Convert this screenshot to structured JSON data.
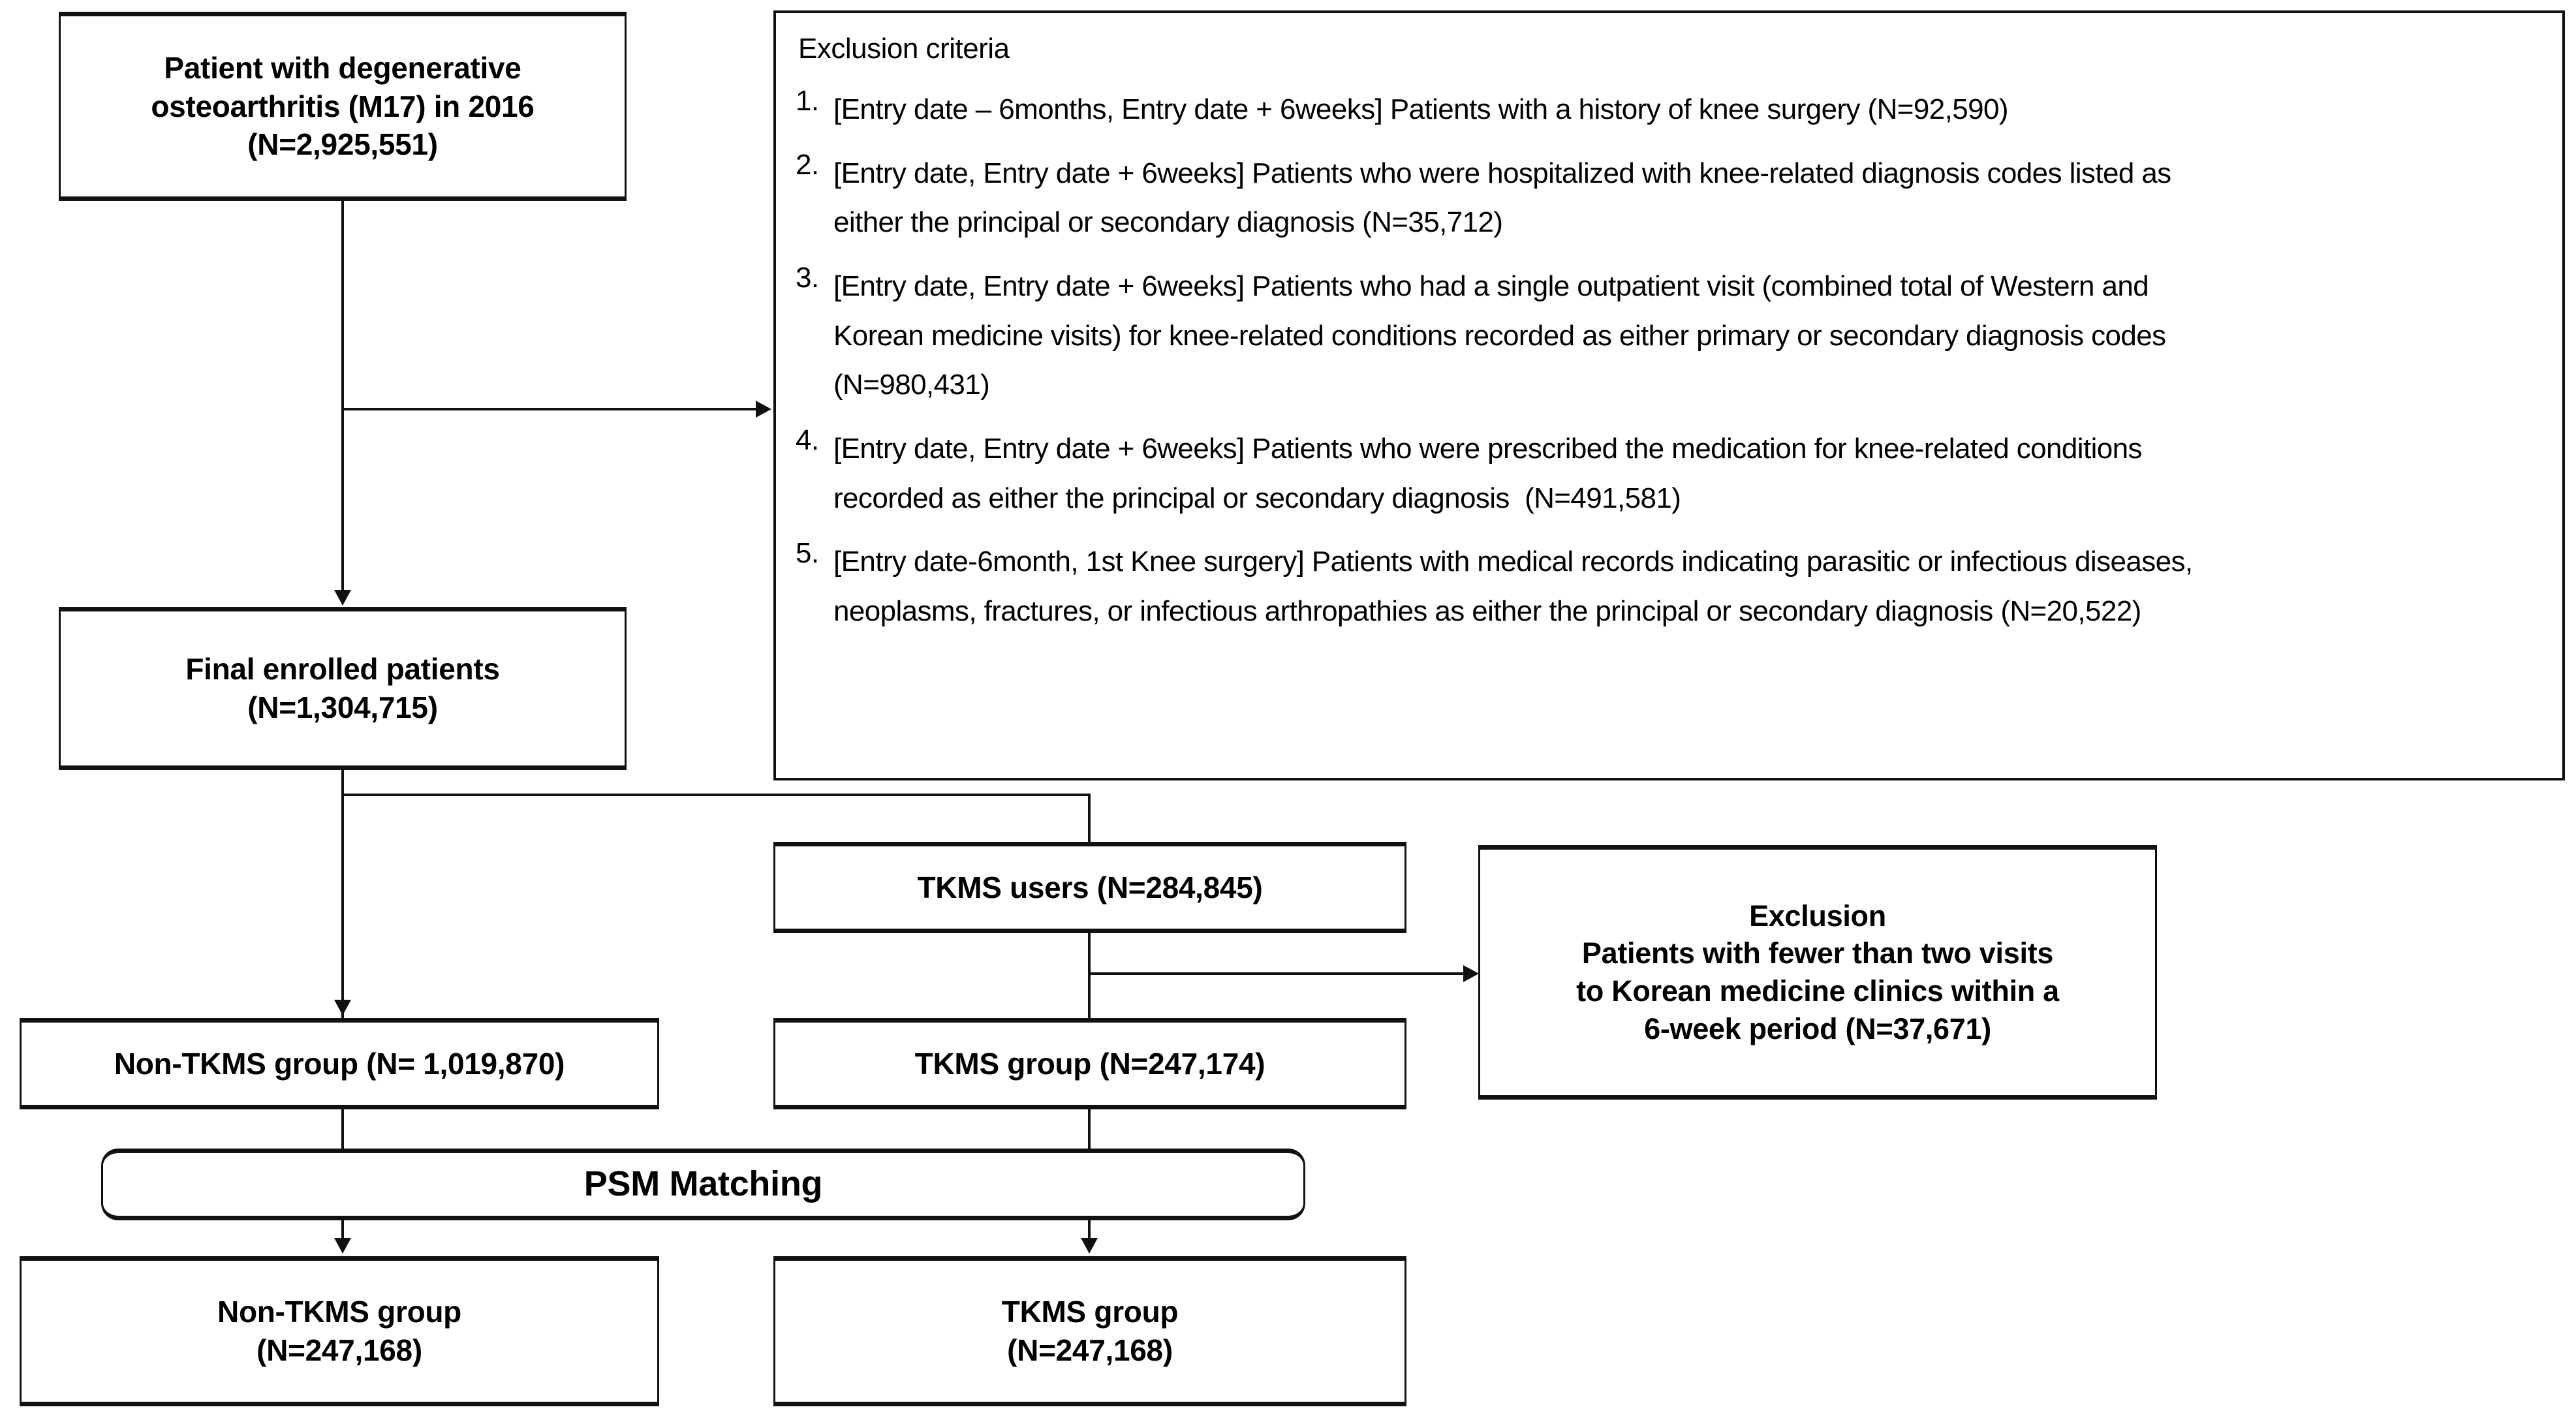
{
  "figure": {
    "type": "study-flowchart",
    "boxes": {
      "source_population": {
        "lines": [
          "Patient with degenerative",
          "osteoarthritis (M17) in 2016",
          "(N=2,925,551)"
        ]
      },
      "final_enrolled": {
        "lines": [
          "Final enrolled patients",
          "(N=1,304,715)"
        ]
      },
      "tkms_users": {
        "lines": [
          "TKMS users (N=284,845)"
        ]
      },
      "exclusion_side": {
        "lines": [
          "Exclusion",
          "Patients with fewer than two visits",
          "to Korean medicine clinics within a",
          "6-week period (N=37,671)"
        ]
      },
      "non_tkms_group": {
        "lines": [
          "Non-TKMS group (N= 1,019,870)"
        ]
      },
      "tkms_group": {
        "lines": [
          "TKMS group (N=247,174)"
        ]
      },
      "psm_matching": {
        "lines": [
          "PSM Matching"
        ]
      },
      "non_tkms_matched": {
        "lines": [
          "Non-TKMS group",
          "(N=247,168)"
        ]
      },
      "tkms_matched": {
        "lines": [
          "TKMS group",
          "(N=247,168)"
        ]
      }
    },
    "exclusion_panel": {
      "title": "Exclusion criteria",
      "criteria": [
        {
          "number": "1.",
          "lines": [
            "[Entry date – 6months, Entry date + 6weeks] Patients with a history of knee surgery (N=92,590)"
          ]
        },
        {
          "number": "2.",
          "lines": [
            "[Entry date, Entry date + 6weeks] Patients who were hospitalized with knee-related diagnosis codes listed as",
            "either the principal or secondary diagnosis (N=35,712)"
          ]
        },
        {
          "number": "3.",
          "lines": [
            "[Entry date, Entry date + 6weeks] Patients who had a single outpatient visit (combined total of Western and",
            "Korean medicine visits) for knee-related conditions recorded as either primary or secondary diagnosis codes",
            "(N=980,431)"
          ]
        },
        {
          "number": "4.",
          "lines": [
            "[Entry date, Entry date + 6weeks] Patients who were prescribed the medication for knee-related conditions",
            "recorded as either the principal or secondary diagnosis  (N=491,581)"
          ]
        },
        {
          "number": "5.",
          "lines": [
            "[Entry date-6month, 1st Knee surgery] Patients with medical records indicating parasitic or infectious diseases,",
            "neoplasms, fractures, or infectious arthropathies as either the principal or secondary diagnosis (N=20,522)"
          ]
        }
      ]
    }
  }
}
